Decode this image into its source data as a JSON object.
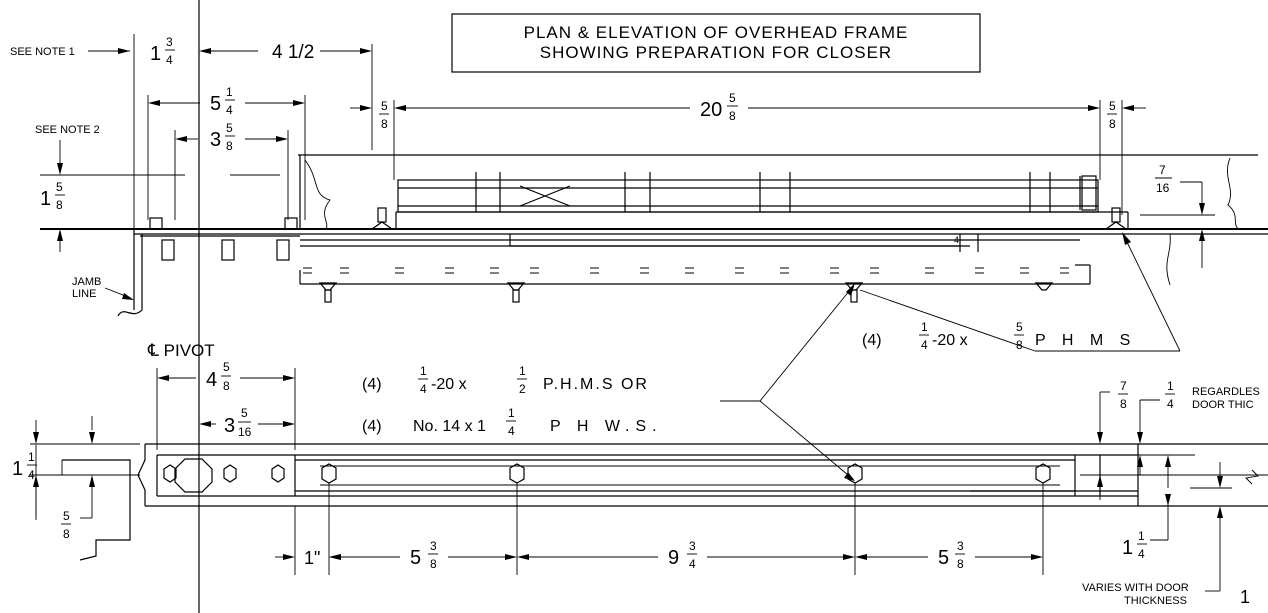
{
  "title": {
    "line1": "PLAN & ELEVATION OF OVERHEAD FRAME",
    "line2": "SHOWING PREPARATION FOR CLOSER"
  },
  "notes": {
    "see_note_1": "SEE NOTE 1",
    "see_note_2": "SEE NOTE 2",
    "jamb_line_1": "JAMB",
    "jamb_line_2": "LINE",
    "pivot": "℄ PIVOT"
  },
  "dimensions": {
    "d_1_3_4": {
      "whole": "1",
      "num": "3",
      "den": "4"
    },
    "d_4_1_2": "4 1/2",
    "d_5_1_4": {
      "whole": "5",
      "num": "1",
      "den": "4"
    },
    "d_3_5_8": {
      "whole": "3",
      "num": "5",
      "den": "8"
    },
    "d_1_5_8": {
      "whole": "1",
      "num": "5",
      "den": "8"
    },
    "d_5_8_left": {
      "num": "5",
      "den": "8"
    },
    "d_20_5_8": {
      "whole": "20",
      "num": "5",
      "den": "8"
    },
    "d_5_8_right": {
      "num": "5",
      "den": "8"
    },
    "d_7_16": {
      "num": "7",
      "den": "16"
    },
    "d_4_5_8": {
      "whole": "4",
      "num": "5",
      "den": "8"
    },
    "d_3_5_16": {
      "whole": "3",
      "num": "5",
      "den": "16"
    },
    "d_7_8": {
      "num": "7",
      "den": "8"
    },
    "d_1_4": {
      "num": "1",
      "den": "4"
    },
    "regardless_1": "REGARDLES",
    "regardless_2": "DOOR THIC",
    "d_1_1_4_left": {
      "whole": "1",
      "num": "1",
      "den": "4"
    },
    "d_5_8_lower": {
      "num": "5",
      "den": "8"
    },
    "d_1_1_4_right": {
      "whole": "1",
      "num": "1",
      "den": "4"
    },
    "d_1_inch": "1\"",
    "d_5_3_8_a": {
      "whole": "5",
      "num": "3",
      "den": "8"
    },
    "d_9_3_4": {
      "whole": "9",
      "num": "3",
      "den": "4"
    },
    "d_5_3_8_b": {
      "whole": "5",
      "num": "3",
      "den": "8"
    },
    "varies_1": "VARIES WITH DOOR",
    "varies_2": "THICKNESS"
  },
  "callouts": {
    "phms_upper": {
      "qty": "(4)",
      "num": "1",
      "den": "4",
      "rest": "-20 x",
      "num2": "5",
      "den2": "8",
      "tail": "P H M S"
    },
    "phms_lower": {
      "qty": "(4)",
      "num": "1",
      "den": "4",
      "rest": "-20 x",
      "num2": "1",
      "den2": "2",
      "tail": "P.H.M.S  OR"
    },
    "phws": {
      "qty": "(4)",
      "text": "No. 14 x 1",
      "num": "1",
      "den": "4",
      "tail": "P H W.S."
    },
    "small_4": "4"
  },
  "sheet_number": "1"
}
